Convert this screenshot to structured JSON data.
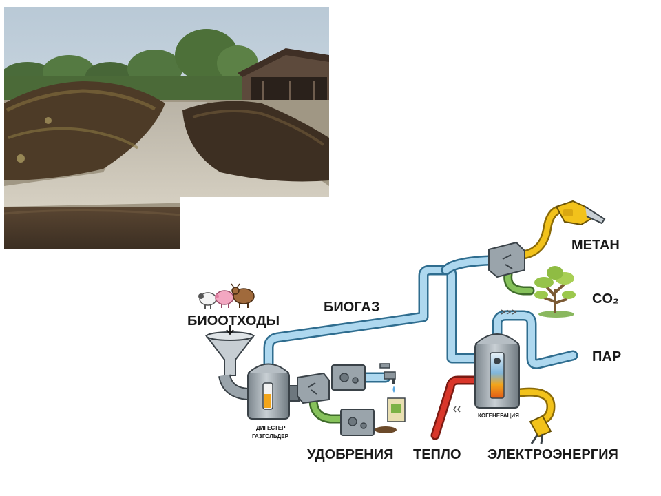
{
  "labels": {
    "biowaste": "БИООТХОДЫ",
    "biogas": "БИОГАЗ",
    "methane": "МЕТАН",
    "co2": "CO₂",
    "steam": "ПАР",
    "fertilizers": "УДОБРЕНИЯ",
    "heat": "ТЕПЛО",
    "electricity": "ЭЛЕКТРОЭНЕРГИЯ",
    "digester_line1": "ДИГЕСТЕР",
    "digester_line2": "ГАЗГОЛЬДЕР",
    "cogeneration": "КОГЕНЕРАЦИЯ"
  },
  "colors": {
    "biogas_pipe": "#aed8ef",
    "fertilizer_pipe": "#86c25b",
    "fuel_pipe": "#f2c21b",
    "heat_pipe": "#d9362a",
    "sky": "#c9d6e0",
    "soil": "#4a3a2a"
  },
  "icons": {
    "animals": "animal-group-icon",
    "funnel": "funnel-icon",
    "fuel_nozzle": "fuel-nozzle-icon",
    "tree": "tree-icon",
    "plug": "electric-plug-icon",
    "faucet": "water-tap-icon",
    "fertilizer_bag": "fertilizer-bag-icon"
  }
}
